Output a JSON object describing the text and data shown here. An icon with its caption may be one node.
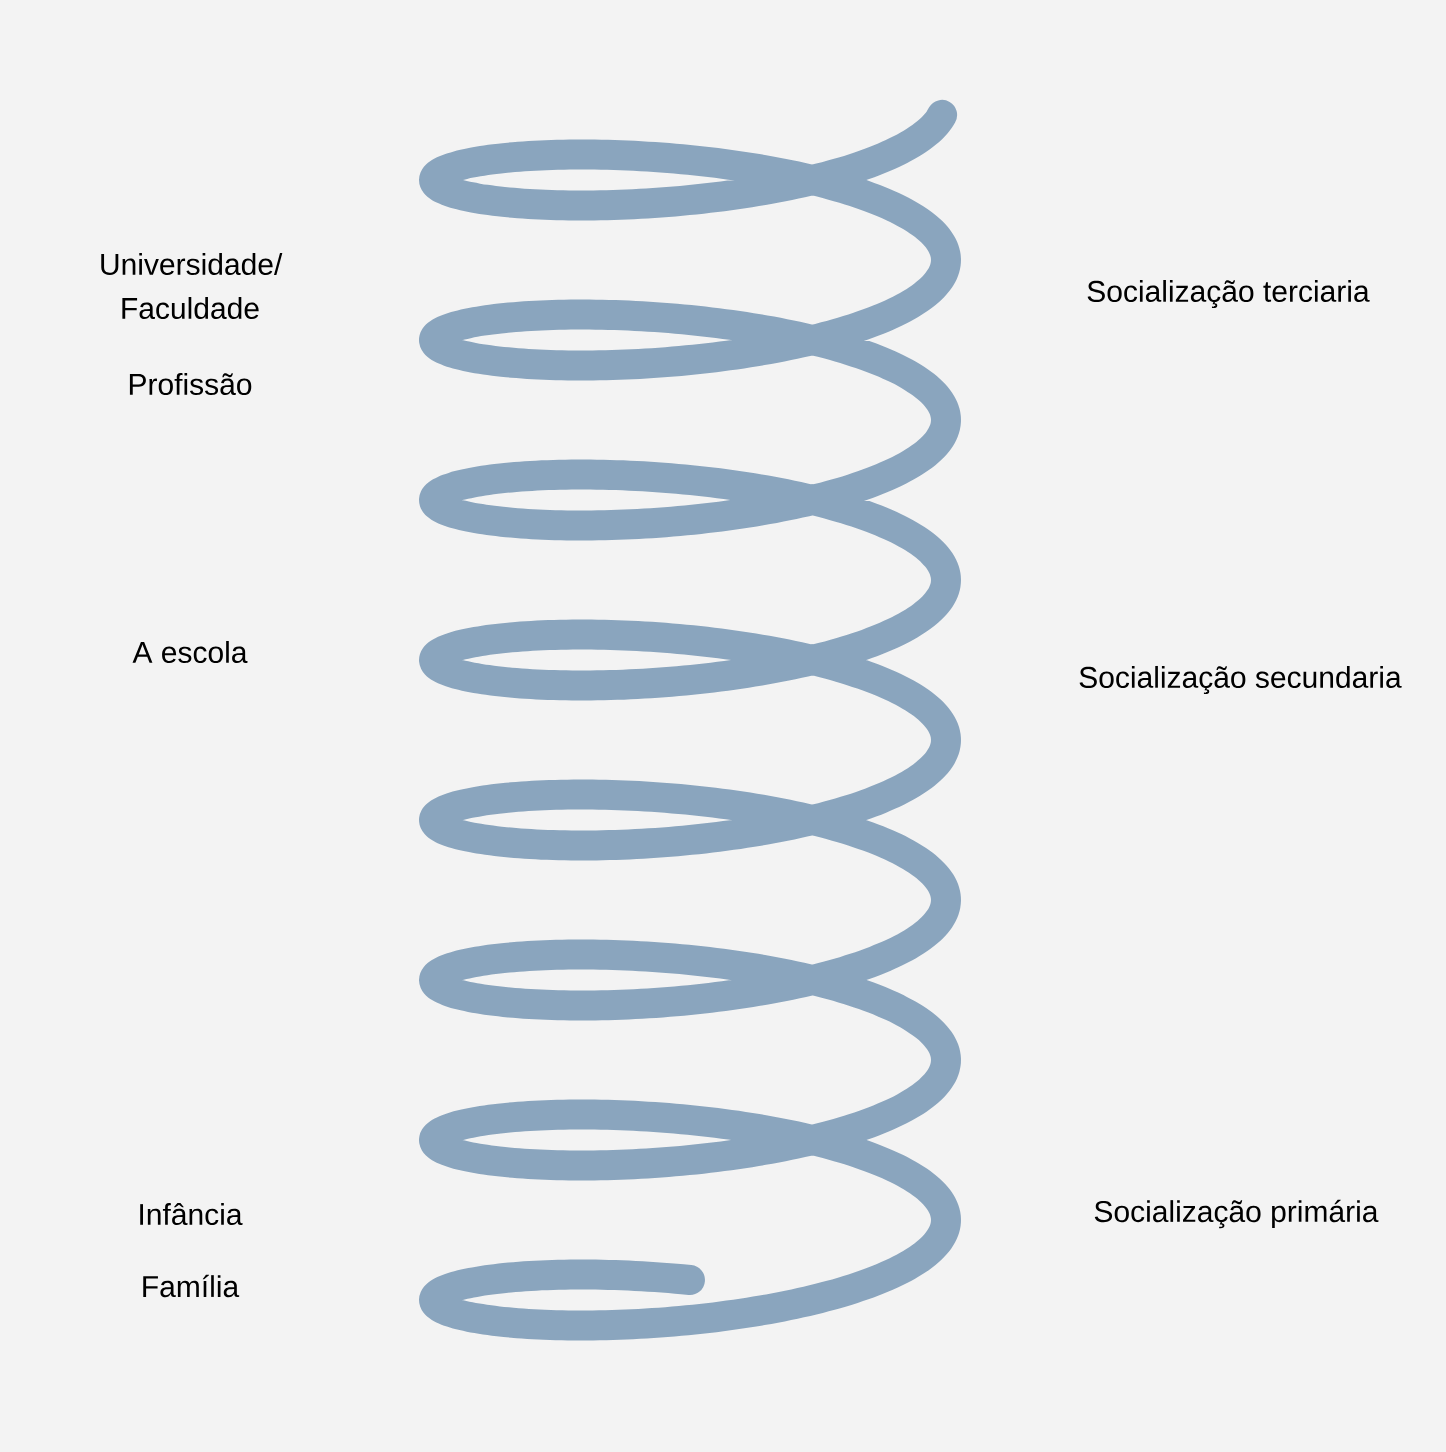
{
  "diagram": {
    "labels": [
      "Universidade/ Faculdade",
      "Socialização terciaria",
      "Profissão",
      "A escola",
      "Socialização secundaria",
      "Infância",
      "Socialização primária",
      "Família"
    ]
  }
}
